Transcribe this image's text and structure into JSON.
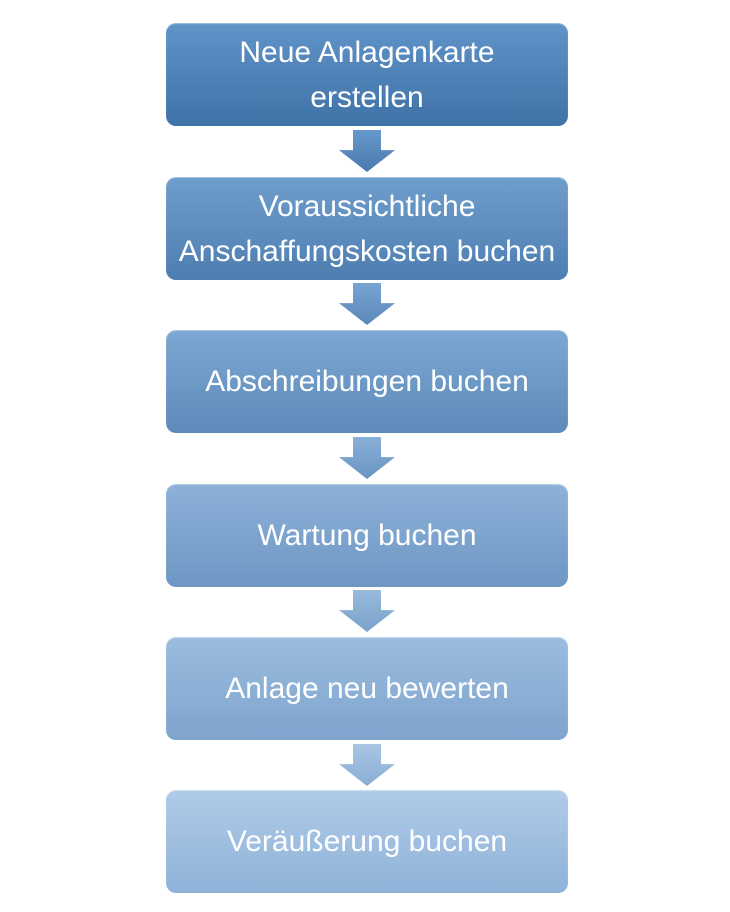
{
  "diagram": {
    "type": "process-flow",
    "direction": "top-to-bottom",
    "text_color": "#ffffff",
    "background_color": "#ffffff",
    "steps": [
      {
        "lines": [
          "Neue Anlagenkarte",
          "erstellen"
        ],
        "fill": {
          "top": "#6094c9",
          "bottom": "#3f72a7"
        }
      },
      {
        "lines": [
          "Voraussichtliche",
          "Anschaffungskosten buchen"
        ],
        "fill": {
          "top": "#6f9ecd",
          "bottom": "#4e7db0"
        }
      },
      {
        "lines": [
          "Abschreibungen buchen"
        ],
        "fill": {
          "top": "#7da8d3",
          "bottom": "#5e8aba"
        }
      },
      {
        "lines": [
          "Wartung buchen"
        ],
        "fill": {
          "top": "#8db2d9",
          "bottom": "#6e97c4"
        }
      },
      {
        "lines": [
          "Anlage neu bewerten"
        ],
        "fill": {
          "top": "#9cbcdf",
          "bottom": "#7ea4cd"
        }
      },
      {
        "lines": [
          "Veräußerung buchen"
        ],
        "fill": {
          "top": "#b0cbe8",
          "bottom": "#8fb2d8"
        }
      }
    ],
    "connectors": [
      {
        "icon": "arrow-down",
        "fill": {
          "top": "#6899cc",
          "bottom": "#4a7aad"
        }
      },
      {
        "icon": "arrow-down",
        "fill": {
          "top": "#78a4d2",
          "bottom": "#5a88b8"
        }
      },
      {
        "icon": "arrow-down",
        "fill": {
          "top": "#88afd8",
          "bottom": "#6a95c2"
        }
      },
      {
        "icon": "arrow-down",
        "fill": {
          "top": "#98badd",
          "bottom": "#7aa2cb"
        }
      },
      {
        "icon": "arrow-down",
        "fill": {
          "top": "#a8c5e3",
          "bottom": "#8aafd5"
        }
      }
    ]
  }
}
